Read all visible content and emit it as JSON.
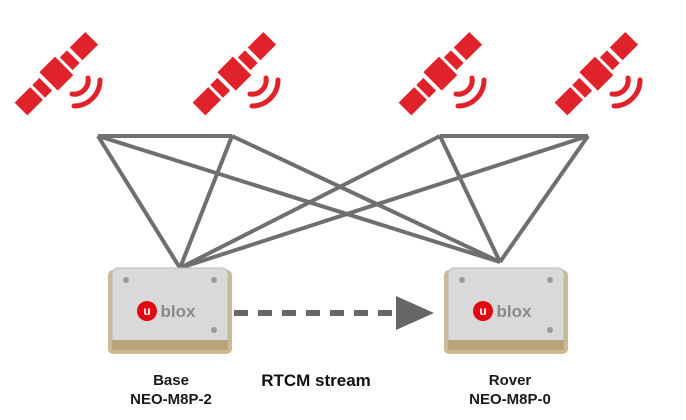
{
  "base": {
    "role": "Base",
    "model": "NEO-M8P-2",
    "brand": "blox",
    "brand_mark": "u"
  },
  "rover": {
    "role": "Rover",
    "model": "NEO-M8P-0",
    "brand": "blox",
    "brand_mark": "u"
  },
  "stream": {
    "label": "RTCM stream"
  },
  "satellites": [
    {
      "icon": "satellite-icon"
    },
    {
      "icon": "satellite-icon"
    },
    {
      "icon": "satellite-icon"
    },
    {
      "icon": "satellite-icon"
    }
  ],
  "colors": {
    "satellite": "#e0222a",
    "signal_lines": "#6f6f6f",
    "stream_arrow": "#666666",
    "module_body": "#d8c9a6",
    "module_shield": "#cfcfcf",
    "logo_red": "#e30613"
  }
}
